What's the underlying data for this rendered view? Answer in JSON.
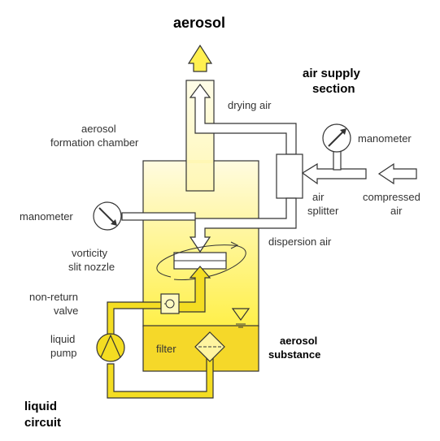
{
  "title": "aerosol",
  "labels": {
    "drying_air": "drying air",
    "air_supply_1": "air supply",
    "air_supply_2": "section",
    "aerosol_chamber_1": "aerosol",
    "aerosol_chamber_2": "formation chamber",
    "manometer_right": "manometer",
    "manometer_left": "manometer",
    "air_splitter_1": "air",
    "air_splitter_2": "splitter",
    "compressed_air_1": "compressed",
    "compressed_air_2": "air",
    "dispersion_air": "dispersion air",
    "vorticity_1": "vorticity",
    "vorticity_2": "slit nozzle",
    "non_return_1": "non-return",
    "non_return_2": "valve",
    "liquid_pump_1": "liquid",
    "liquid_pump_2": "pump",
    "filter": "filter",
    "aerosol_substance_1": "aerosol",
    "aerosol_substance_2": "substance",
    "liquid_circuit_1": "liquid",
    "liquid_circuit_2": "circuit"
  },
  "colors": {
    "chamber_top": "#fffbe0",
    "chamber_bottom": "#ffe84a",
    "liquid": "#f5da2a",
    "pipe_liquid": "#f4dd22",
    "arrow_yellow": "#ffef50",
    "outline": "#333333"
  }
}
